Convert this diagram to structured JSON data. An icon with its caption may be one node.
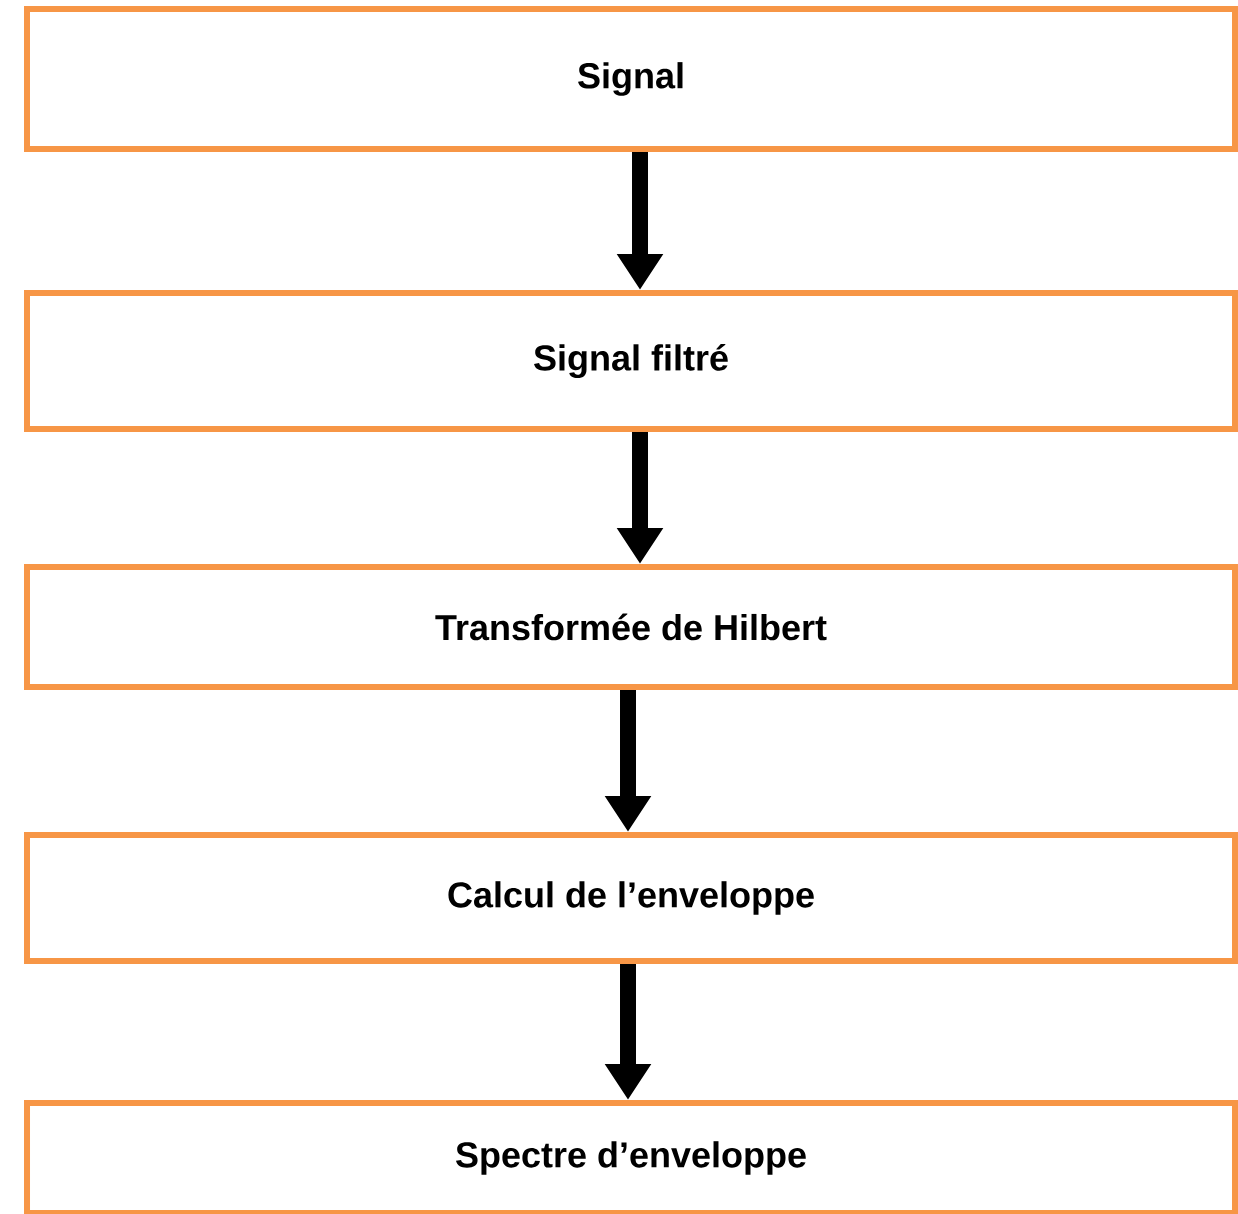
{
  "diagram": {
    "nodes": [
      {
        "text": [
          "Signal"
        ]
      },
      {
        "text": [
          "Signal filtré"
        ]
      },
      {
        "text": [
          "Transformée de Hilbert"
        ]
      },
      {
        "text": [
          "Calcul de l’enveloppe"
        ]
      },
      {
        "text": [
          "Spectre d’enveloppe"
        ]
      }
    ],
    "edges": [
      {
        "from": 0,
        "to": 1,
        "arrow": "to"
      },
      {
        "from": 1,
        "to": 2,
        "arrow": "to"
      },
      {
        "from": 2,
        "to": 3,
        "arrow": "to"
      },
      {
        "from": 3,
        "to": 4,
        "arrow": "to"
      }
    ]
  }
}
